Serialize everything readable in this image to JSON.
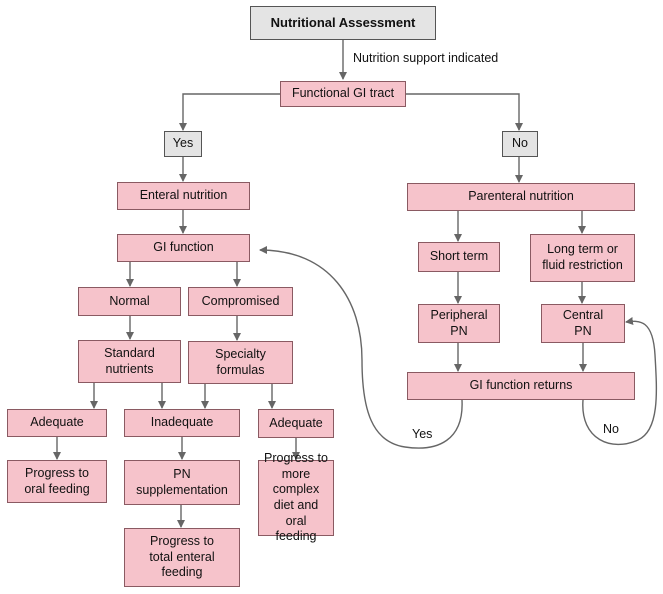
{
  "nodes": {
    "assessment": "Nutritional Assessment",
    "functional_gi": "Functional GI tract",
    "yes": "Yes",
    "no": "No",
    "enteral": "Enteral nutrition",
    "parenteral": "Parenteral nutrition",
    "gi_function": "GI function",
    "normal": "Normal",
    "compromised": "Compromised",
    "standard": "Standard\nnutrients",
    "specialty": "Specialty\nformulas",
    "adequate_left": "Adequate",
    "inadequate": "Inadequate",
    "adequate_right": "Adequate",
    "progress_oral": "Progress to\noral feeding",
    "pn_supplementation": "PN\nsupplementation",
    "progress_complex": "Progress to\nmore complex\ndiet and oral\nfeeding",
    "progress_enteral": "Progress to\ntotal enteral\nfeeding",
    "short_term": "Short term",
    "long_term": "Long term or\nfluid restriction",
    "peripheral_pn": "Peripheral\nPN",
    "central_pn": "Central\nPN",
    "gi_returns": "GI function returns"
  },
  "labels": {
    "support_indicated": "Nutrition support indicated",
    "loop_yes": "Yes",
    "loop_no": "No"
  },
  "colors": {
    "box_fill": "#f6c3cb",
    "box_gray": "#e4e4e4",
    "line": "#666666"
  }
}
